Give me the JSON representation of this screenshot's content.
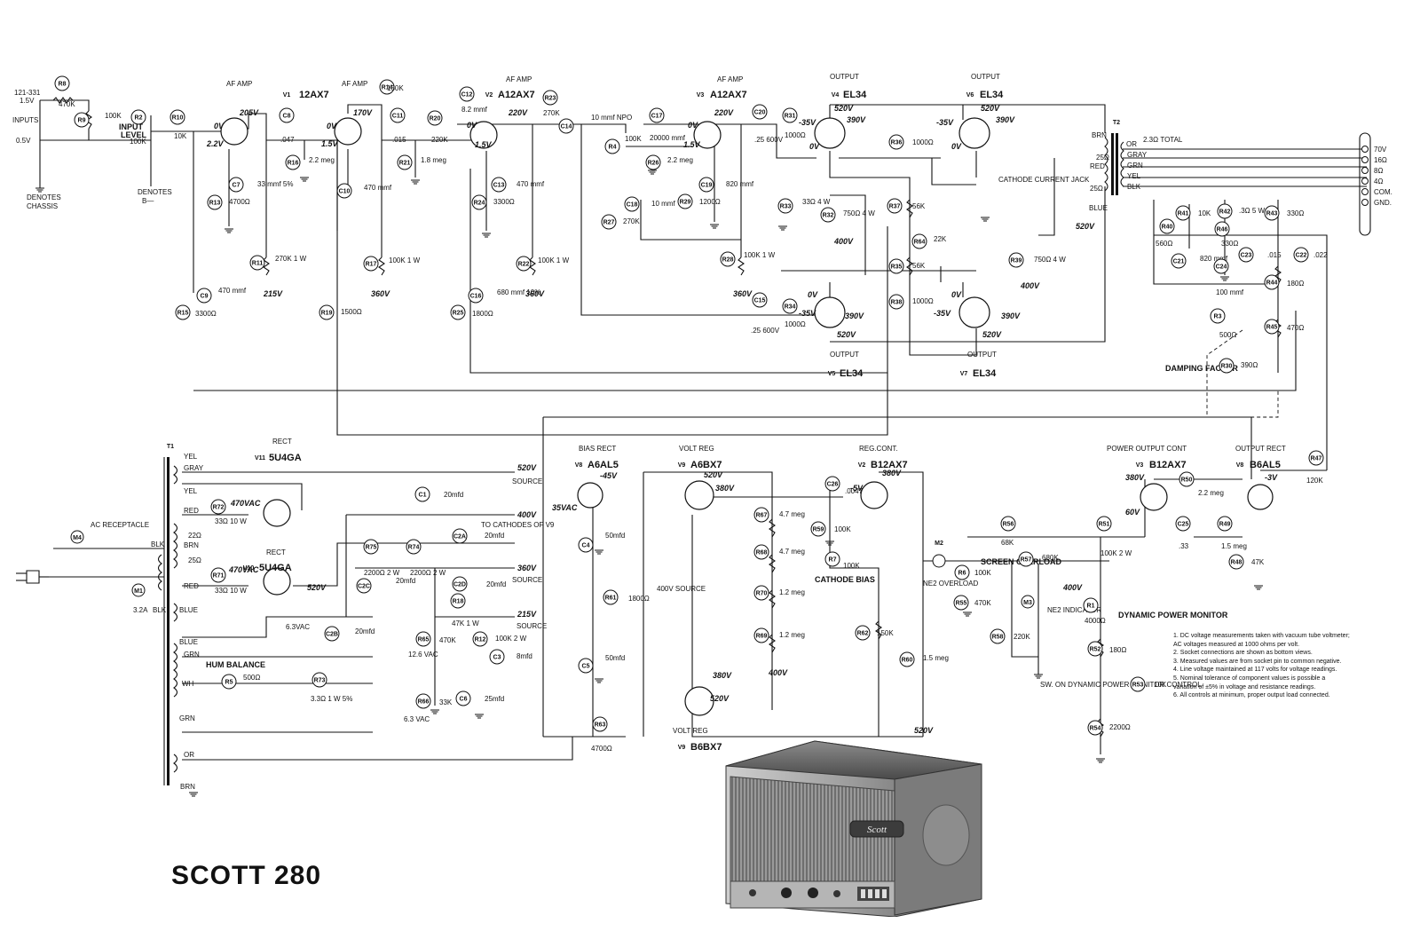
{
  "title": "SCOTT 280",
  "inputs": {
    "levels": [
      "121-331",
      "1.5V"
    ],
    "inputs_label": "INPUTS",
    "low_level": "0.5V",
    "denotes_chassis": [
      "DENOTES",
      "CHASSIS"
    ],
    "denotes_b": [
      "DENOTES",
      "B—"
    ],
    "input_level": [
      "INPUT",
      "LEVEL"
    ]
  },
  "tubes": {
    "v1": {
      "label": "V1",
      "type": "12AX7",
      "stage": "AF AMP"
    },
    "v2": {
      "label": "V2",
      "type": "A12AX7",
      "stage": "AF AMP"
    },
    "v3": {
      "label": "V3",
      "type": "A12AX7",
      "stage": "AF AMP"
    },
    "v4": {
      "label": "V4",
      "type": "EL34",
      "stage": "OUTPUT"
    },
    "v5": {
      "label": "V5",
      "type": "EL34",
      "stage": "OUTPUT"
    },
    "v6": {
      "label": "V6",
      "type": "EL34",
      "stage": "OUTPUT"
    },
    "v7": {
      "label": "V7",
      "type": "EL34",
      "stage": "OUTPUT"
    },
    "v11": {
      "label": "V11",
      "type": "5U4GA",
      "stage": "RECT"
    },
    "v10": {
      "label": "V10",
      "type": "5U4GA",
      "stage": "RECT"
    },
    "v8a": {
      "label": "V8",
      "type": "A6AL5",
      "stage": "BIAS RECT"
    },
    "v9a": {
      "label": "V9",
      "type": "A6BX7",
      "stage": "VOLT REG"
    },
    "v9b": {
      "label": "V9",
      "type": "B6BX7",
      "stage": "VOLT REG"
    },
    "v2b": {
      "label": "V2",
      "type": "B12AX7",
      "stage": "REG.CONT."
    },
    "v3b": {
      "label": "V3",
      "type": "B12AX7",
      "stage": "POWER OUTPUT CONT"
    },
    "v8b": {
      "label": "V8",
      "type": "B6AL5",
      "stage": "OUTPUT RECT"
    }
  },
  "resistors": [
    {
      "ref": "R8",
      "value": "470K"
    },
    {
      "ref": "R9",
      "value": "100K"
    },
    {
      "ref": "R2",
      "value": "100K"
    },
    {
      "ref": "R10",
      "value": "10K"
    },
    {
      "ref": "R13",
      "value": "4700Ω"
    },
    {
      "ref": "R16",
      "value": "2.2 meg"
    },
    {
      "ref": "R11",
      "value": "270K 1 W"
    },
    {
      "ref": "R14",
      "value": "150K"
    },
    {
      "ref": "R17",
      "value": "100K 1 W"
    },
    {
      "ref": "R15",
      "value": "3300Ω"
    },
    {
      "ref": "R19",
      "value": "1500Ω"
    },
    {
      "ref": "R20",
      "value": "220K"
    },
    {
      "ref": "R21",
      "value": "1.8 meg"
    },
    {
      "ref": "R23",
      "value": "270K"
    },
    {
      "ref": "R24",
      "value": "3300Ω"
    },
    {
      "ref": "R22",
      "value": "100K 1 W"
    },
    {
      "ref": "R25",
      "value": "1800Ω"
    },
    {
      "ref": "R4",
      "value": "100K"
    },
    {
      "ref": "R26",
      "value": "2.2 meg"
    },
    {
      "ref": "R27",
      "value": "270K"
    },
    {
      "ref": "R29",
      "value": "1200Ω"
    },
    {
      "ref": "R28",
      "value": "100K 1 W"
    },
    {
      "ref": "R31",
      "value": "1000Ω"
    },
    {
      "ref": "R33",
      "value": "33Ω 4 W"
    },
    {
      "ref": "R32",
      "value": "750Ω 4 W"
    },
    {
      "ref": "R34",
      "value": "1000Ω"
    },
    {
      "ref": "R36",
      "value": "1000Ω"
    },
    {
      "ref": "R37",
      "value": "56K"
    },
    {
      "ref": "R64",
      "value": "22K"
    },
    {
      "ref": "R35",
      "value": "56K"
    },
    {
      "ref": "R38",
      "value": "1000Ω"
    },
    {
      "ref": "R39",
      "value": "750Ω 4 W"
    },
    {
      "ref": "R41",
      "value": "10K"
    },
    {
      "ref": "R42",
      "value": ".3Ω 5 W"
    },
    {
      "ref": "R43",
      "value": "330Ω"
    },
    {
      "ref": "R40",
      "value": "560Ω"
    },
    {
      "ref": "R46",
      "value": "330Ω"
    },
    {
      "ref": "R44",
      "value": "180Ω"
    },
    {
      "ref": "R45",
      "value": "470Ω"
    },
    {
      "ref": "R3",
      "value": "500Ω"
    },
    {
      "ref": "R30",
      "value": "390Ω"
    },
    {
      "ref": "R47",
      "value": "120K"
    },
    {
      "ref": "R72",
      "value": "33Ω 10 W"
    },
    {
      "ref": "R71",
      "value": "33Ω 10 W"
    },
    {
      "ref": "R75",
      "value": "2200Ω 2 W"
    },
    {
      "ref": "R74",
      "value": "2200Ω 2 W"
    },
    {
      "ref": "R18",
      "value": "47K 1 W"
    },
    {
      "ref": "R65",
      "value": "470K"
    },
    {
      "ref": "R12",
      "value": "100K 2 W"
    },
    {
      "ref": "R66",
      "value": "33K"
    },
    {
      "ref": "R73",
      "value": "3.3Ω 1 W 5%"
    },
    {
      "ref": "R5",
      "value": "500Ω"
    },
    {
      "ref": "R61",
      "value": "1800Ω"
    },
    {
      "ref": "R63",
      "value": "4700Ω"
    },
    {
      "ref": "R67",
      "value": "4.7 meg"
    },
    {
      "ref": "R68",
      "value": "4.7 meg"
    },
    {
      "ref": "R70",
      "value": "1.2 meg"
    },
    {
      "ref": "R69",
      "value": "1.2 meg"
    },
    {
      "ref": "R59",
      "value": "100K"
    },
    {
      "ref": "R62",
      "value": "150K"
    },
    {
      "ref": "R60",
      "value": "1.5 meg"
    },
    {
      "ref": "R56",
      "value": "68K"
    },
    {
      "ref": "R6",
      "value": "100K"
    },
    {
      "ref": "R55",
      "value": "470K"
    },
    {
      "ref": "R57",
      "value": "680K"
    },
    {
      "ref": "R58",
      "value": "220K"
    },
    {
      "ref": "R51",
      "value": "100K 2 W"
    },
    {
      "ref": "R50",
      "value": "2.2 meg"
    },
    {
      "ref": "R49",
      "value": "1.5 meg"
    },
    {
      "ref": "R48",
      "value": "47K"
    },
    {
      "ref": "R1",
      "value": "4000Ω"
    },
    {
      "ref": "R52",
      "value": "180Ω"
    },
    {
      "ref": "R53",
      "value": "10K"
    },
    {
      "ref": "R54",
      "value": "2200Ω"
    },
    {
      "ref": "R7",
      "value": "100K"
    }
  ],
  "capacitors": [
    {
      "ref": "C8",
      "value": ".047"
    },
    {
      "ref": "C7",
      "value": "33 mmf 5%"
    },
    {
      "ref": "C10",
      "value": "470 mmf"
    },
    {
      "ref": "C9",
      "value": "470 mmf"
    },
    {
      "ref": "C11",
      "value": ".015"
    },
    {
      "ref": "C12",
      "value": "8.2 mmf"
    },
    {
      "ref": "C13",
      "value": "470 mmf"
    },
    {
      "ref": "C14",
      "value": "10 mmf NPO"
    },
    {
      "ref": "C16",
      "value": "680 mmf 10%"
    },
    {
      "ref": "C17",
      "value": "20000 mmf"
    },
    {
      "ref": "C18",
      "value": "10 mmf"
    },
    {
      "ref": "C19",
      "value": "820 mmf"
    },
    {
      "ref": "C20",
      "value": ".25 600V"
    },
    {
      "ref": "C15",
      "value": ".25 600V"
    },
    {
      "ref": "C21",
      "value": "820 mmf"
    },
    {
      "ref": "C24",
      "value": "100 mmf"
    },
    {
      "ref": "C23",
      "value": ".015"
    },
    {
      "ref": "C22",
      "value": ".022"
    },
    {
      "ref": "C1",
      "value": "20mfd"
    },
    {
      "ref": "C2A",
      "value": "20mfd"
    },
    {
      "ref": "C2C",
      "value": "20mfd"
    },
    {
      "ref": "C2D",
      "value": "20mfd"
    },
    {
      "ref": "C2B",
      "value": "20mfd"
    },
    {
      "ref": "C3",
      "value": "8mfd"
    },
    {
      "ref": "C6",
      "value": "25mfd"
    },
    {
      "ref": "C4",
      "value": "50mfd"
    },
    {
      "ref": "C5",
      "value": "50mfd"
    },
    {
      "ref": "C26",
      "value": ".0047"
    },
    {
      "ref": "C25",
      "value": ".33"
    }
  ],
  "voltages": {
    "v1_cathode": "2.2V",
    "v1_grid": "0V",
    "v1_plate": "205V",
    "v1b_grid": "0V",
    "v1b_cathode": "1.5V",
    "v1b_plate": "170V",
    "v2_plate": "220V",
    "v2_grid": "0V",
    "v2_cathode": "1.5V",
    "v3_plate": "220V",
    "v3_grid": "0V",
    "v3_cathode": "1.5V",
    "supply_215": "215V",
    "supply_360a": "360V",
    "supply_360b": "360V",
    "supply_360c": "360V",
    "v4_grid": "-35V",
    "v4_plate": "390V",
    "v4_screen": "520V",
    "v4_cathode": "0V",
    "v6_grid": "-35V",
    "v6_plate": "390V",
    "v6_screen": "520V",
    "v6_cathode": "0V",
    "v5_grid": "-35V",
    "v5_plate": "390V",
    "v5_screen": "520V",
    "v5_cathode": "0V",
    "v7_grid": "-35V",
    "v7_plate": "390V",
    "v7_screen": "520V",
    "v7_cathode": "0V",
    "bias_400a": "400V",
    "bias_400b": "400V",
    "supply_520": "520V"
  },
  "output_transformer": {
    "ref": "T2",
    "total": "2.3Ω TOTAL",
    "primary_taps": [
      "BRN",
      "25Ω",
      "RED",
      "25Ω",
      "BLUE"
    ],
    "secondary": [
      "OR",
      "GRAY",
      "GRN",
      "YEL",
      "BLK"
    ],
    "terminals": [
      "70V",
      "16Ω",
      "8Ω",
      "4Ω",
      "COM.",
      "GND."
    ]
  },
  "cathode_jack": "CATHODE CURRENT JACK",
  "damping": "DAMPING FACTOR",
  "power": {
    "ac_receptacle": "AC RECEPTACLE",
    "fuse": "3.2A",
    "t1": "T1",
    "wires": [
      "YEL",
      "GRAY",
      "YEL",
      "RED",
      "BRN",
      "RED",
      "BLUE",
      "BLUE",
      "GRN",
      "WH",
      "GRN",
      "OR",
      "BRN",
      "BLK",
      "BLK"
    ],
    "b_plus": [
      {
        "v": "520V",
        "label": "SOURCE"
      },
      {
        "v": "400V",
        "label": "TO CATHODES OF V9"
      },
      {
        "v": "360V",
        "label": "SOURCE"
      },
      {
        "v": "215V",
        "label": "SOURCE"
      }
    ],
    "vac_470a": "470VAC",
    "vac_470b": "470VAC",
    "vac_63": "6.3VAC",
    "vac_126": "12.6 VAC",
    "vac_63b": "6.3 VAC",
    "hum_balance": "HUM BALANCE",
    "rect_out": "520V",
    "ohm22": "22Ω",
    "ohm25": "25Ω"
  },
  "regulator": {
    "bias_neg45": "-45V",
    "bias_35vac": "35VAC",
    "vreg_520": "520V",
    "vreg_380": "380V",
    "source_400": "400V SOURCE",
    "regcont_neg5": "-5V",
    "regcont_380": "380V",
    "cathode_bias": "CATHODE BIAS",
    "vreg2_380": "380V",
    "vreg2_520": "520V",
    "out_520": "520V",
    "out_400": "400V"
  },
  "monitor": {
    "m2": "M2",
    "m3": "M3",
    "m1": "M1",
    "m4": "M4",
    "ne2_overload": "NE2 OVERLOAD",
    "screen_overload": "SCREEN OVERLOAD",
    "ne2_indicator": "NE2 INDICATOR",
    "sw_note": "SW. ON DYNAMIC POWER MONITOR CONTROL",
    "dynamic": "DYNAMIC POWER MONITOR",
    "pc_380": "380V",
    "pc_60": "60V",
    "or_neg3": "-3V",
    "mon_400": "400V"
  },
  "notes": [
    "1.  DC voltage measurements taken with vacuum tube voltmeter;",
    "     AC voltages measured at 1000 ohms per volt.",
    "2.  Socket connections are shown as bottom views.",
    "3.  Measured values are from socket pin to common negative.",
    "4.  Line voltage maintained at 117 volts for voltage readings.",
    "5.  Nominal tolerance of component values is possible a",
    "     variation of ±5% in voltage and resistance readings.",
    "6.  All controls at minimum, proper output load connected."
  ],
  "photo_badge": "Scott"
}
